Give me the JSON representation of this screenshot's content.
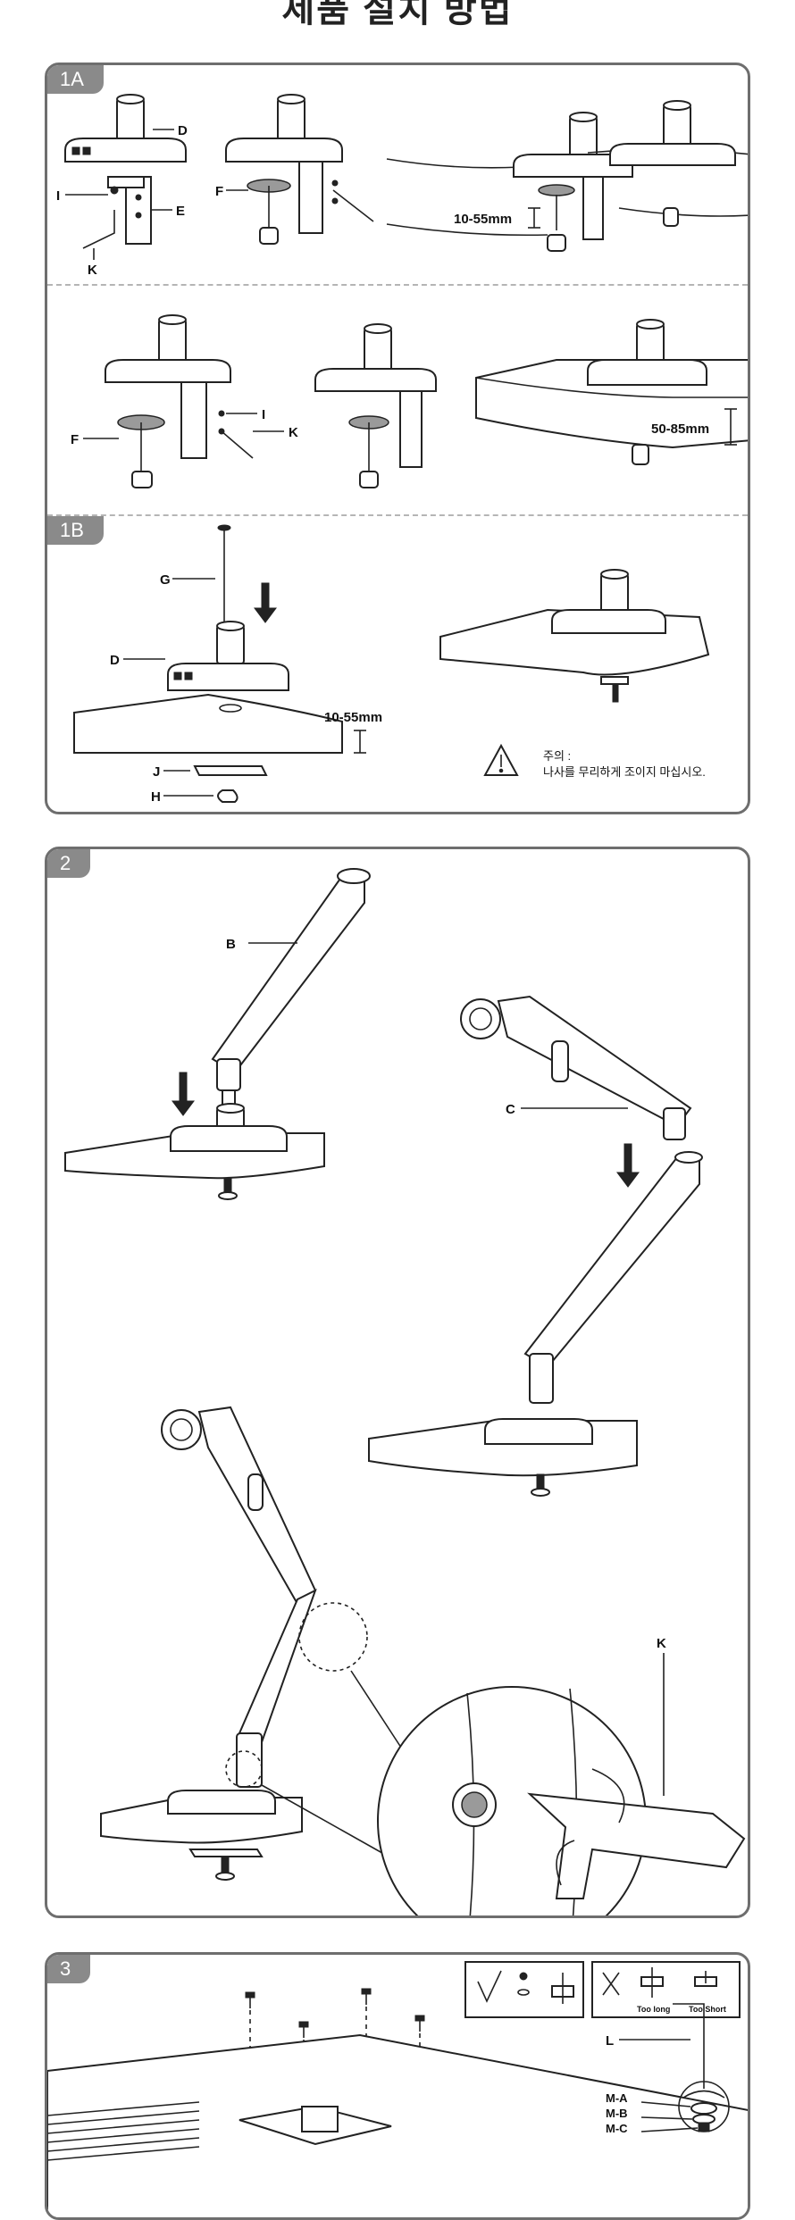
{
  "page": {
    "title": "제품 설치 방법"
  },
  "step1": {
    "tag_a": "1A",
    "tag_b": "1B",
    "labels": {
      "d": "D",
      "i": "I",
      "e": "E",
      "k": "K",
      "f": "F",
      "f2": "F",
      "i2": "I",
      "k2": "K",
      "g": "G",
      "d2": "D",
      "j": "J",
      "h": "H"
    },
    "dims": {
      "a": "10-55mm",
      "b": "50-85mm",
      "c": "10-55mm"
    },
    "caution": {
      "title": "주의 :",
      "text": "나사를 무리하게 조이지 마십시오."
    }
  },
  "step2": {
    "tag": "2",
    "labels": {
      "b": "B",
      "c": "C",
      "k": "K"
    }
  },
  "step3": {
    "tag": "3",
    "labels": {
      "l": "L",
      "ma": "M-A",
      "mb": "M-B",
      "mc": "M-C"
    },
    "notes": {
      "too_long": "Too long",
      "too_short": "Too Short"
    }
  }
}
